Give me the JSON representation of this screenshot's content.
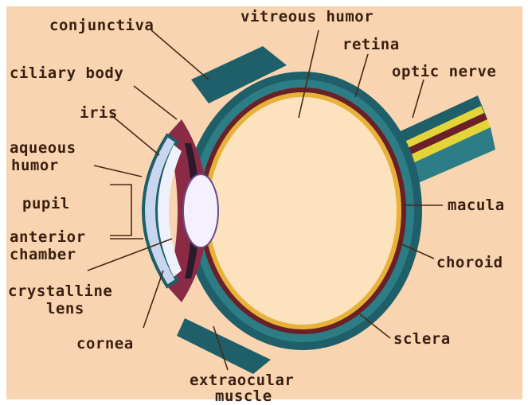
{
  "colors": {
    "background": "#f8d5b0",
    "frame": "#ffffff",
    "vitreous": "#fde2be",
    "sclera_outer": "#1f5f6a",
    "sclera_inner": "#2c7d86",
    "choroid": "#6b1f26",
    "retina_band": "#e8b23a",
    "iris": "#8a2a45",
    "lens": "#f4f0ff",
    "cornea": "#c9d6f0",
    "optic_nerve_yellow": "#e4d43a",
    "label_text": "#3a1f10"
  },
  "labels": {
    "conjunctiva": "conjunctiva",
    "vitreous_humor": "vitreous humor",
    "retina": "retina",
    "optic_nerve": "optic nerve",
    "ciliary_body": "ciliary body",
    "iris": "iris",
    "aqueous_humor_1": "aqueous",
    "aqueous_humor_2": "humor",
    "pupil": "pupil",
    "anterior_chamber_1": "anterior",
    "anterior_chamber_2": "chamber",
    "crystalline_lens_1": "crystalline",
    "crystalline_lens_2": "lens",
    "cornea": "cornea",
    "macula": "macula",
    "choroid": "choroid",
    "sclera": "sclera",
    "extraocular_muscle_1": "extraocular",
    "extraocular_muscle_2": "muscle"
  }
}
